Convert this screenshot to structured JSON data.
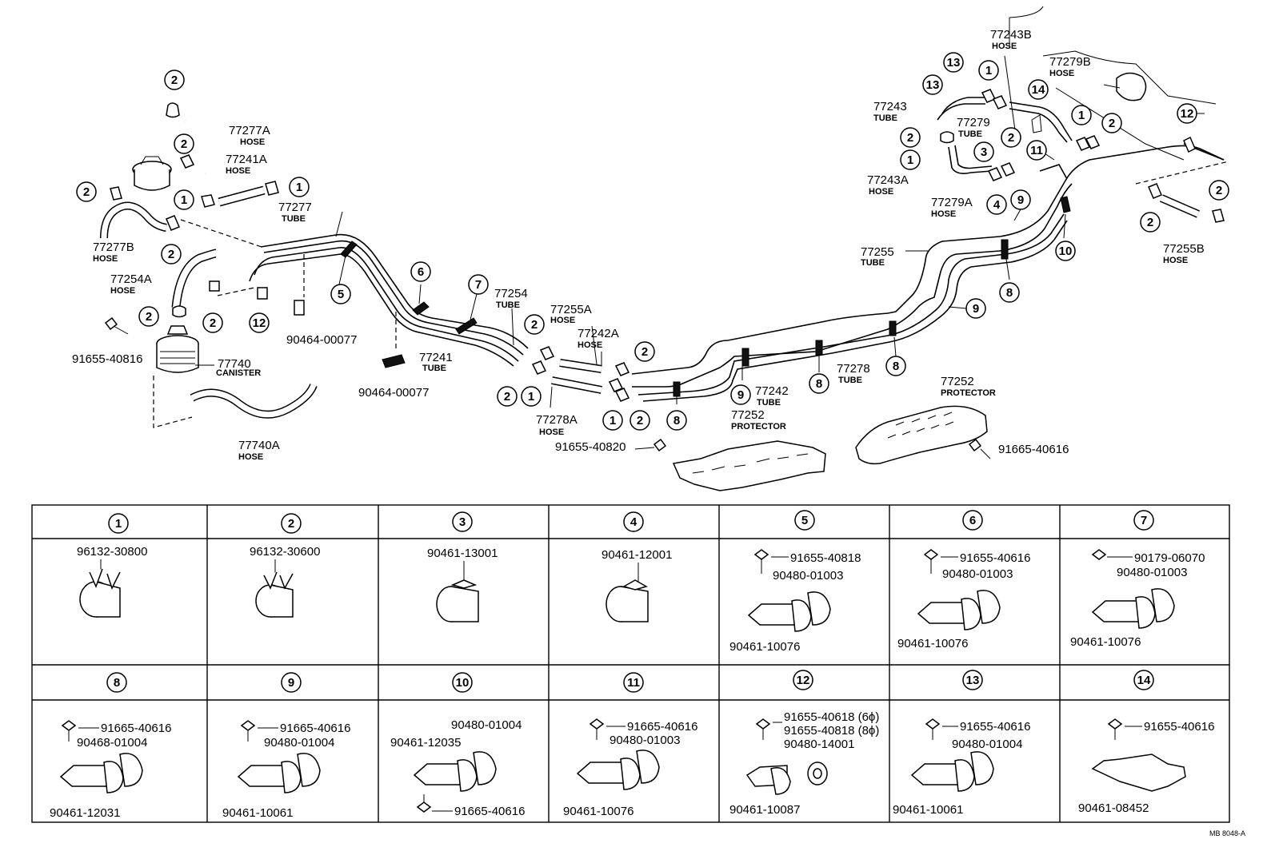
{
  "diagram": {
    "labels": [
      {
        "id": "77277A",
        "sub": "HOSE"
      },
      {
        "id": "77241A",
        "sub": "HOSE"
      },
      {
        "id": "77277B",
        "sub": "HOSE"
      },
      {
        "id": "77277",
        "sub": "TUBE"
      },
      {
        "id": "77254A",
        "sub": "HOSE"
      },
      {
        "id": "90464-00077",
        "sub": ""
      },
      {
        "id": "91655-40816",
        "sub": ""
      },
      {
        "id": "77740",
        "sub": "CANISTER"
      },
      {
        "id": "77740A",
        "sub": "HOSE"
      },
      {
        "id": "90464-00077",
        "sub": ""
      },
      {
        "id": "77241",
        "sub": "TUBE"
      },
      {
        "id": "77254",
        "sub": "TUBE"
      },
      {
        "id": "77255A",
        "sub": "HOSE"
      },
      {
        "id": "77242A",
        "sub": "HOSE"
      },
      {
        "id": "77278A",
        "sub": "HOSE"
      },
      {
        "id": "91655-40820",
        "sub": ""
      },
      {
        "id": "77252",
        "sub": "PROTECTOR"
      },
      {
        "id": "77242",
        "sub": "TUBE"
      },
      {
        "id": "77278",
        "sub": "TUBE"
      },
      {
        "id": "77252",
        "sub": "PROTECTOR"
      },
      {
        "id": "91665-40616",
        "sub": ""
      },
      {
        "id": "77255",
        "sub": "TUBE"
      },
      {
        "id": "77243B",
        "sub": "HOSE"
      },
      {
        "id": "77279B",
        "sub": "HOSE"
      },
      {
        "id": "77243",
        "sub": "TUBE"
      },
      {
        "id": "77279",
        "sub": "TUBE"
      },
      {
        "id": "77243A",
        "sub": "HOSE"
      },
      {
        "id": "77279A",
        "sub": "HOSE"
      },
      {
        "id": "77255B",
        "sub": "HOSE"
      }
    ],
    "callouts": [
      "1",
      "2",
      "3",
      "4",
      "5",
      "6",
      "7",
      "8",
      "9",
      "10",
      "11",
      "12",
      "13",
      "14"
    ]
  },
  "parts_table": [
    {
      "num": "1",
      "parts": [
        "96132-30800"
      ]
    },
    {
      "num": "2",
      "parts": [
        "96132-30600"
      ]
    },
    {
      "num": "3",
      "parts": [
        "90461-13001"
      ]
    },
    {
      "num": "4",
      "parts": [
        "90461-12001"
      ]
    },
    {
      "num": "5",
      "parts": [
        "91655-40818",
        "90480-01003",
        "90461-10076"
      ]
    },
    {
      "num": "6",
      "parts": [
        "91655-40616",
        "90480-01003",
        "90461-10076"
      ]
    },
    {
      "num": "7",
      "parts": [
        "90179-06070",
        "90480-01003",
        "90461-10076"
      ]
    },
    {
      "num": "8",
      "parts": [
        "91665-40616",
        "90468-01004",
        "90461-12031"
      ]
    },
    {
      "num": "9",
      "parts": [
        "91665-40616",
        "90480-01004",
        "90461-10061"
      ]
    },
    {
      "num": "10",
      "parts": [
        "90480-01004",
        "90461-12035",
        "91665-40616"
      ]
    },
    {
      "num": "11",
      "parts": [
        "91665-40616",
        "90480-01003",
        "90461-10076"
      ]
    },
    {
      "num": "12",
      "parts": [
        "91655-40618 (6ϕ)",
        "91655-40818 (8ϕ)",
        "90480-14001",
        "90461-10087"
      ]
    },
    {
      "num": "13",
      "parts": [
        "91655-40616",
        "90480-01004",
        "90461-10061"
      ]
    },
    {
      "num": "14",
      "parts": [
        "91655-40616",
        "90461-08452"
      ]
    }
  ],
  "ref_code": "MB 8048-A"
}
